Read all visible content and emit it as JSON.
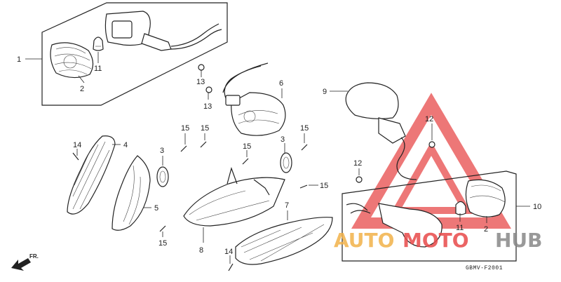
{
  "diagram": {
    "code": "GBMV-F2001",
    "direction_label": "FR.",
    "callouts": {
      "c1": "1",
      "c2a": "2",
      "c11a": "11",
      "c13a": "13",
      "c13b": "13",
      "c6": "6",
      "c9": "9",
      "c12a": "12",
      "c12b": "12",
      "c10": "10",
      "c11b": "11",
      "c2b": "2",
      "c14a": "14",
      "c4": "4",
      "c3a": "3",
      "c5": "5",
      "c15a": "15",
      "c15b": "15",
      "c15c": "15",
      "c15d": "15",
      "c15e": "15",
      "c3b": "3",
      "c15f": "15",
      "c7": "7",
      "c8": "8",
      "c14b": "14"
    }
  },
  "watermark": {
    "word1": "AUTO",
    "word2": "MOTO",
    "word3": "HUB",
    "colors": {
      "red": "#e84a4a",
      "orange": "#f2b24a",
      "gray": "#888888"
    }
  }
}
